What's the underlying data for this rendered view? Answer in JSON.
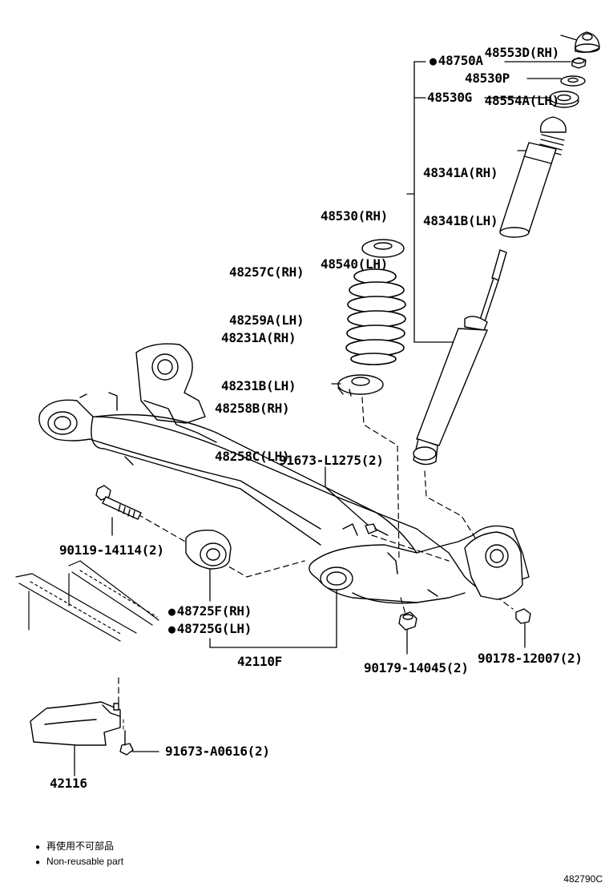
{
  "parts": {
    "mount_cap": [
      "48553D(RH)",
      "48554A(LH)"
    ],
    "nut_48750a": "48750A",
    "washer_48530p": "48530P",
    "bearing_48530g": "48530G",
    "bump_boot": [
      "48341A(RH)",
      "48341B(LH)"
    ],
    "shock_absorber": [
      "48530(RH)",
      "48540(LH)"
    ],
    "upper_spring_seat": [
      "48257C(RH)",
      "48259A(LH)"
    ],
    "coil_spring": [
      "48231A(RH)",
      "48231B(LH)"
    ],
    "lower_spring_seat": [
      "48258B(RH)",
      "48258C(LH)"
    ],
    "bolt_91673_l1275": "91673-L1275(2)",
    "bolt_90119": "90119-14114(2)",
    "bushing": [
      "48725F(RH)",
      "48725G(LH)"
    ],
    "axle_beam": "42110F",
    "nut_90179": "90179-14045(2)",
    "nut_90178": "90178-12007(2)",
    "bolt_91673_a0616": "91673-A0616(2)",
    "guard_plate": "42116"
  },
  "legend": {
    "line1": "再使用不可部品",
    "line2": "Non-reusable part"
  },
  "diagram_code": "482790C",
  "colors": {
    "ink": "#000000",
    "background": "#ffffff"
  }
}
